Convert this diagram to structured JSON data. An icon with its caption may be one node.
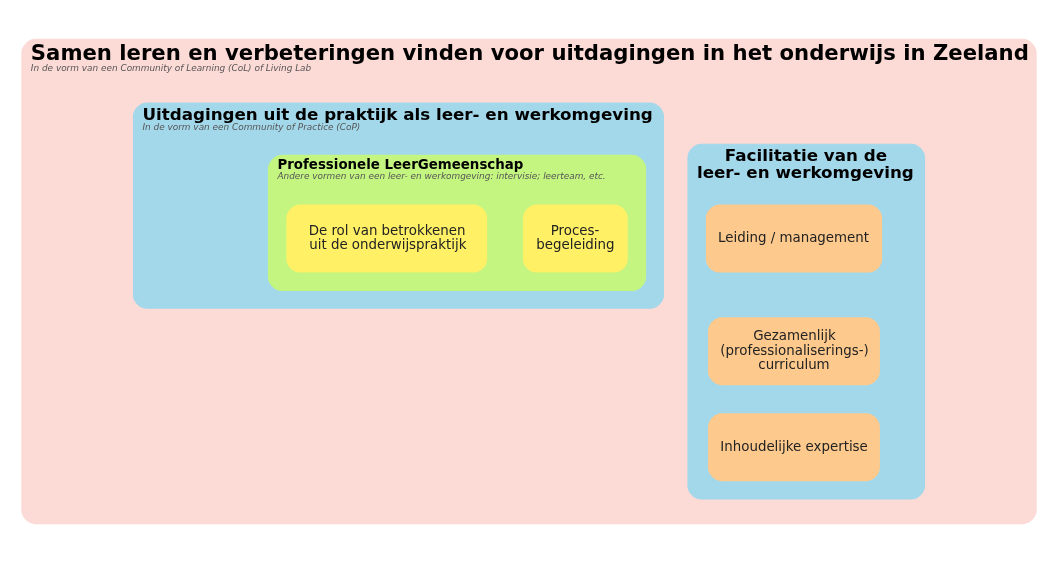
{
  "diagram": {
    "nodes": [
      {
        "text": [
          "Samen leren en verbeteringen vinden voor uitdagingen in het onderwijs in Zeeland",
          "In de vorm van een Community of Learning (CoL) of Living Lab"
        ]
      },
      {
        "text": [
          "Uitdagingen uit de praktijk als leer- en werkomgeving",
          "In de vorm van een Community of Practice (CoP)"
        ],
        "in": 0
      },
      {
        "text": [
          "Professionele LeerGemeenschap",
          "Andere vormen van een leer- en werkomgeving: intervisie; leerteam, etc."
        ],
        "in": 1
      },
      {
        "text": [
          "De rol van betrokkenen uit de onderwijspraktijk"
        ],
        "in": 2
      },
      {
        "text": [
          "Proces- begeleiding"
        ],
        "in": 2
      },
      {
        "text": [
          "Facilitatie van de leer- en werkomgeving"
        ],
        "in": 0
      },
      {
        "text": [
          "Leiding / management"
        ],
        "in": 5
      },
      {
        "text": [
          "Gezamenlijk (professionaliserings-) curriculum"
        ],
        "in": 5
      },
      {
        "text": [
          "Inhoudelijke expertise"
        ],
        "in": 5
      }
    ],
    "edges": []
  }
}
